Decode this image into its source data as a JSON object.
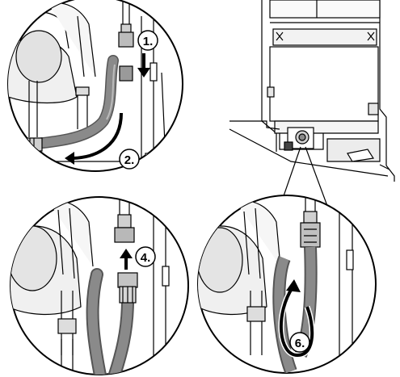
{
  "steps": [
    {
      "id": "step-1",
      "label": "1."
    },
    {
      "id": "step-2",
      "label": "2."
    },
    {
      "id": "step-4",
      "label": "4."
    },
    {
      "id": "step-6",
      "label": "6."
    }
  ],
  "colors": {
    "line": "#000000",
    "hose": "#8a8a8a",
    "hose_dark": "#5a5a5a",
    "metal": "#d8d8d8",
    "fill_light": "#efefef",
    "badge": "#ffffff"
  },
  "icons": [
    "arrow-down-icon",
    "arrow-curved-left-icon",
    "arrow-up-icon",
    "arrow-loop-icon"
  ]
}
